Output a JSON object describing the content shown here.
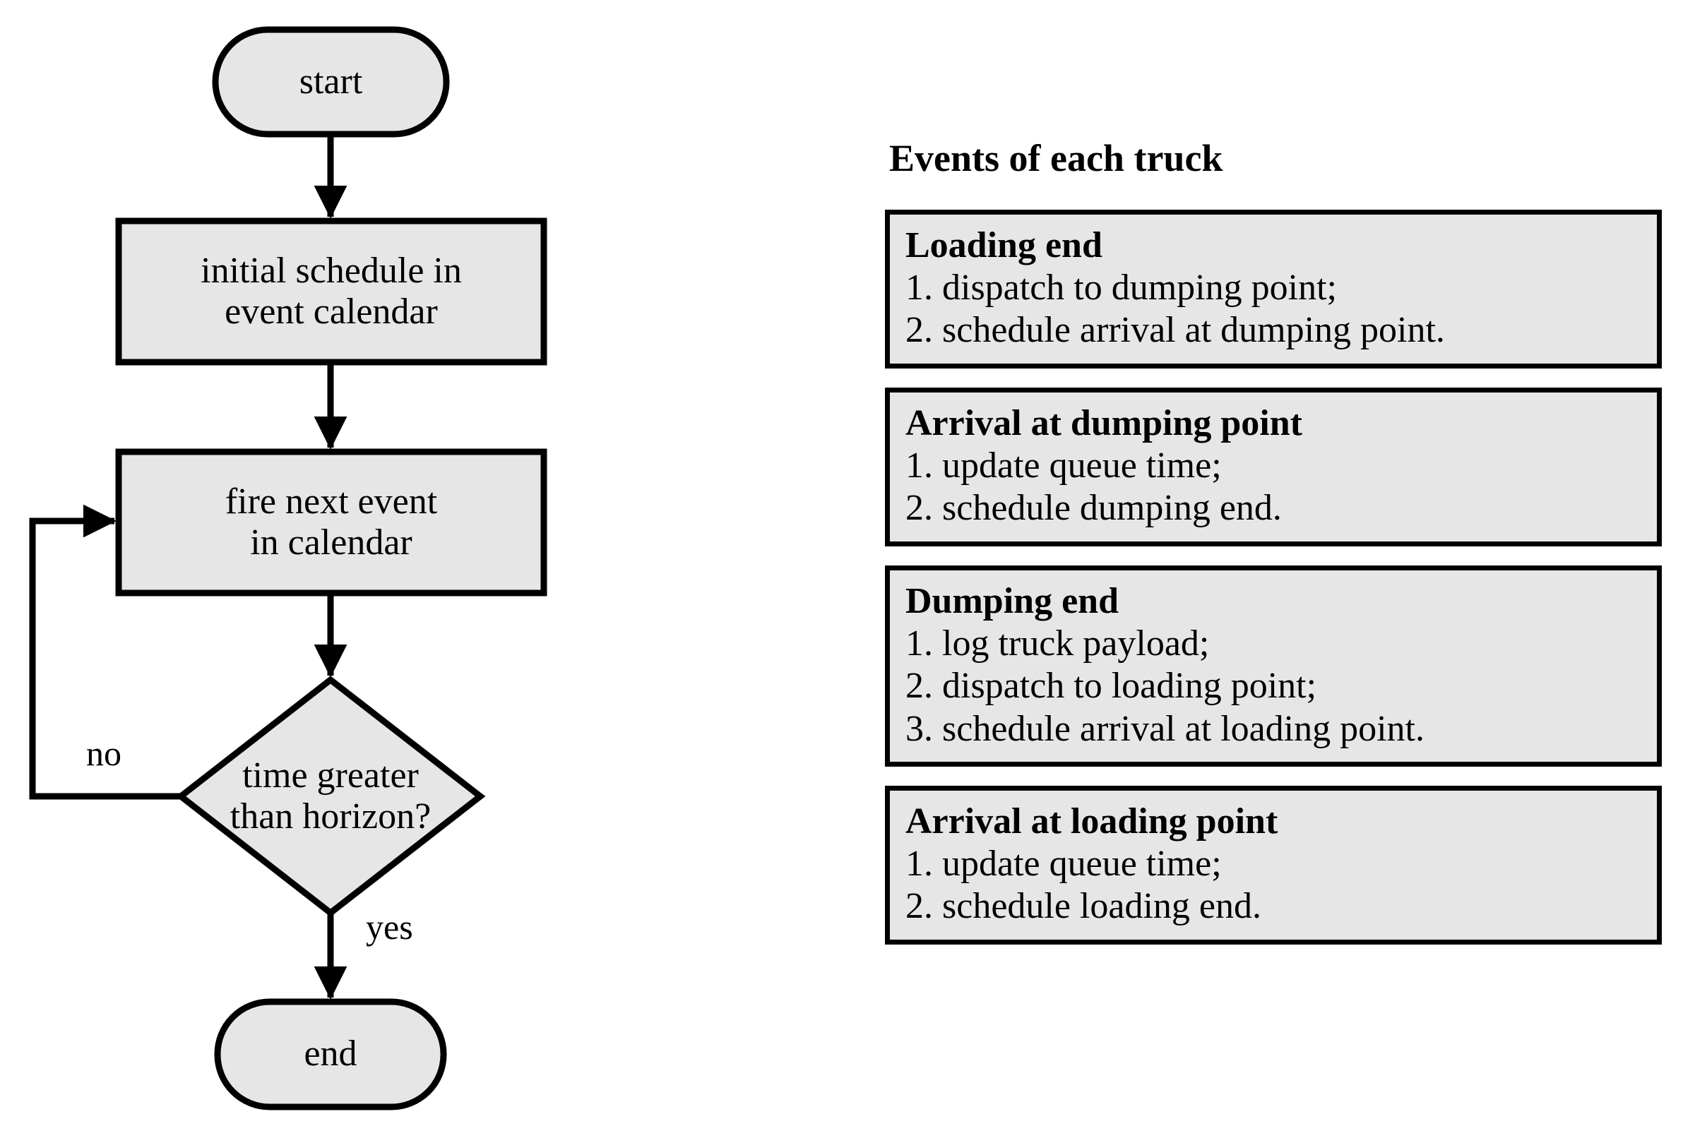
{
  "flowchart": {
    "start": {
      "label": "start"
    },
    "process_1": {
      "label_line1": "initial schedule in",
      "label_line2": "event calendar"
    },
    "process_2": {
      "label_line1": "fire next event",
      "label_line2": "in calendar"
    },
    "decision": {
      "label_line1": "time greater",
      "label_line2": "than horizon?"
    },
    "end": {
      "label": "end"
    },
    "edges": {
      "no_label": "no",
      "yes_label": "yes"
    },
    "colors": {
      "fill": "#e6e6e6",
      "stroke": "#000000",
      "background": "#ffffff"
    }
  },
  "panel": {
    "title": "Events of each truck",
    "events": [
      {
        "title": "Loading end",
        "steps": [
          "1. dispatch to dumping point;",
          "2. schedule arrival at dumping point."
        ]
      },
      {
        "title": "Arrival at dumping point",
        "steps": [
          "1. update queue time;",
          "2. schedule dumping end."
        ]
      },
      {
        "title": "Dumping end",
        "steps": [
          "1. log truck payload;",
          "2. dispatch to loading point;",
          "3. schedule arrival at loading point."
        ]
      },
      {
        "title": "Arrival at loading point",
        "steps": [
          "1. update queue time;",
          "2. schedule loading end."
        ]
      }
    ]
  }
}
